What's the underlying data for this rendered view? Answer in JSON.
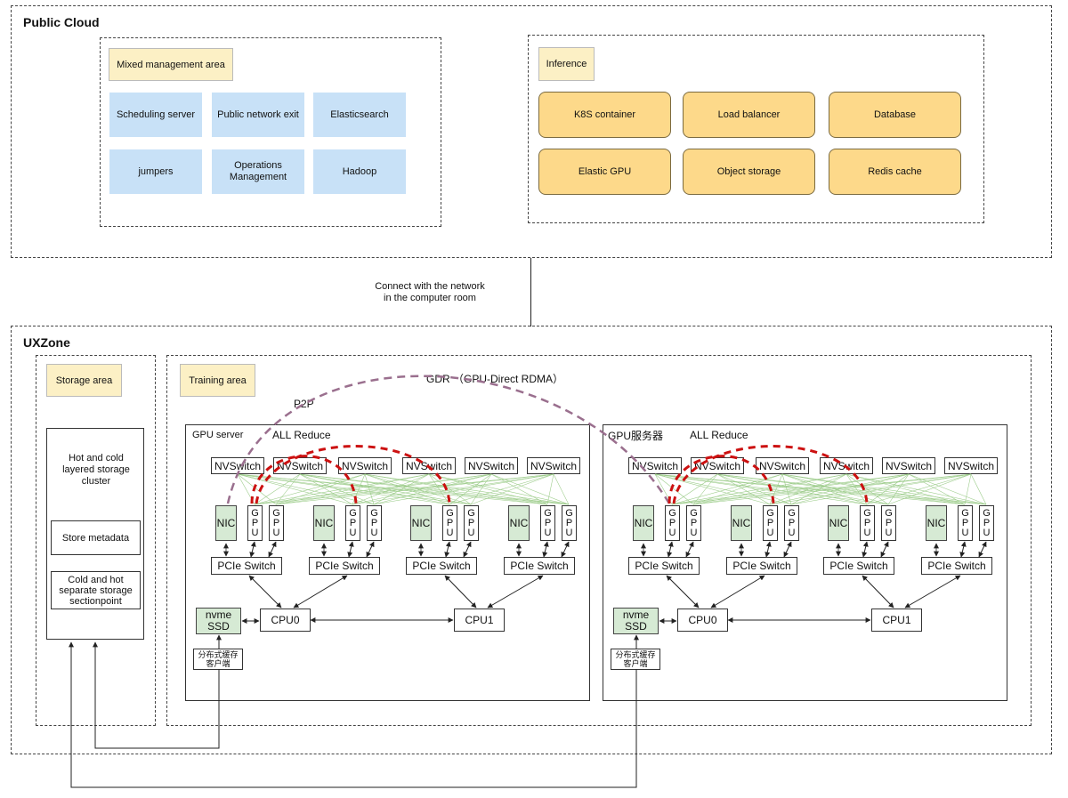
{
  "public_cloud": {
    "title": "Public Cloud",
    "mixed_area": {
      "label": "Mixed management area",
      "items": [
        "Scheduling server",
        "Public network exit",
        "Elasticsearch",
        "jumpers",
        "Operations Management",
        "Hadoop"
      ]
    },
    "inference": {
      "label": "Inference",
      "items": [
        "K8S container",
        "Load balancer",
        "Database",
        "Elastic GPU",
        "Object storage",
        "Redis cache"
      ]
    }
  },
  "connect_label": "Connect with the network in the computer room",
  "uxzone": {
    "title": "UXZone",
    "storage": {
      "label": "Storage area",
      "cluster": "Hot and cold layered storage cluster",
      "metadata": "Store metadata",
      "section": "Cold and hot separate storage sectionpoint"
    },
    "training": {
      "label": "Training area",
      "gdr": "GDR （GPU-Direct RDMA）",
      "p2p": "P2P",
      "servers": [
        {
          "title": "GPU server",
          "allreduce": "ALL Reduce",
          "client": "分布式缓存客户端"
        },
        {
          "title": "GPU服务器",
          "allreduce": "ALL Reduce",
          "client": "分布式缓存客户端"
        }
      ],
      "nvswitch": "NVSwitch",
      "nic": "NIC",
      "gpu_letters": [
        "G",
        "P",
        "U"
      ],
      "pcie": "PCIe Switch",
      "cpu0": "CPU0",
      "cpu1": "CPU1",
      "nvme": "nvme SSD"
    }
  },
  "colors": {
    "mixed_item": "#c8e1f7",
    "inference_item": "#fdd98a",
    "area_tag": "#fcf0c5",
    "green_component": "#d6ead4",
    "allreduce_path": "#cc1111",
    "gdr_path": "#9a6f8e",
    "nvlink_mesh": "#9ccc8a"
  }
}
